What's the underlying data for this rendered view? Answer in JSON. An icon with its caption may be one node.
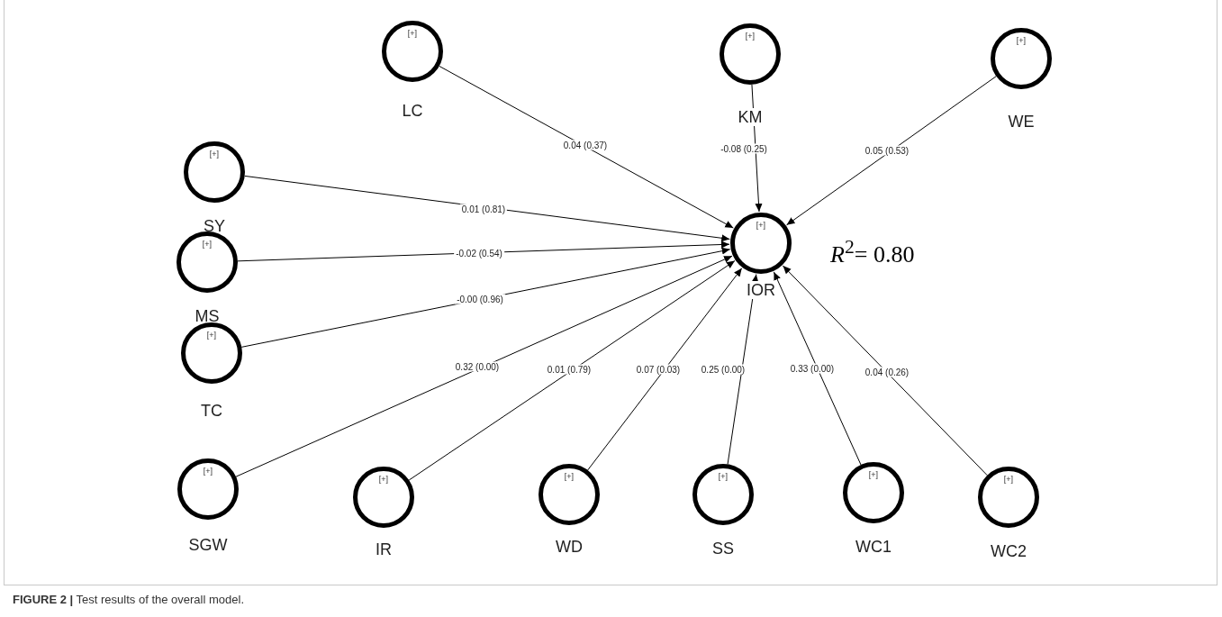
{
  "diagram": {
    "caption": "**FIGURE 2 |** Test results of the overall model.",
    "nodes": [
      {
        "text": [
          "[+]",
          "LC"
        ]
      },
      {
        "text": [
          "[+]",
          "KM"
        ]
      },
      {
        "text": [
          "[+]",
          "WE"
        ]
      },
      {
        "text": [
          "[+]",
          "SY"
        ]
      },
      {
        "text": [
          "[+]",
          "MS"
        ]
      },
      {
        "text": [
          "[+]",
          "TC"
        ]
      },
      {
        "text": [
          "[+]",
          "IOR"
        ],
        "beside": [
          "*R*$^{2}$= 0.80"
        ]
      },
      {
        "text": [
          "[+]",
          "SGW"
        ]
      },
      {
        "text": [
          "[+]",
          "IR"
        ]
      },
      {
        "text": [
          "[+]",
          "WD"
        ]
      },
      {
        "text": [
          "[+]",
          "SS"
        ]
      },
      {
        "text": [
          "[+]",
          "WC1"
        ]
      },
      {
        "text": [
          "[+]",
          "WC2"
        ]
      }
    ],
    "edges": [
      {
        "from": 0,
        "to": 6,
        "arrow": "to",
        "label": "0.04 (0.37)"
      },
      {
        "from": 1,
        "to": 6,
        "arrow": "to",
        "label": "-0.08 (0.25)"
      },
      {
        "from": 2,
        "to": 6,
        "arrow": "to",
        "label": "0.05 (0.53)"
      },
      {
        "from": 3,
        "to": 6,
        "arrow": "to",
        "label": "0.01 (0.81)"
      },
      {
        "from": 4,
        "to": 6,
        "arrow": "to",
        "label": "-0.02 (0.54)"
      },
      {
        "from": 5,
        "to": 6,
        "arrow": "to",
        "label": "-0.00 (0.96)"
      },
      {
        "from": 7,
        "to": 6,
        "arrow": "to",
        "label": "0.32 (0.00)"
      },
      {
        "from": 8,
        "to": 6,
        "arrow": "to",
        "label": "0.01 (0.79)"
      },
      {
        "from": 9,
        "to": 6,
        "arrow": "to",
        "label": "0.07 (0.03)"
      },
      {
        "from": 10,
        "to": 6,
        "arrow": "to",
        "label": "0.25 (0.00)"
      },
      {
        "from": 11,
        "to": 6,
        "arrow": "to",
        "label": "0.33 (0.00)"
      },
      {
        "from": 12,
        "to": 6,
        "arrow": "to",
        "label": "0.04 (0.26)"
      }
    ]
  }
}
